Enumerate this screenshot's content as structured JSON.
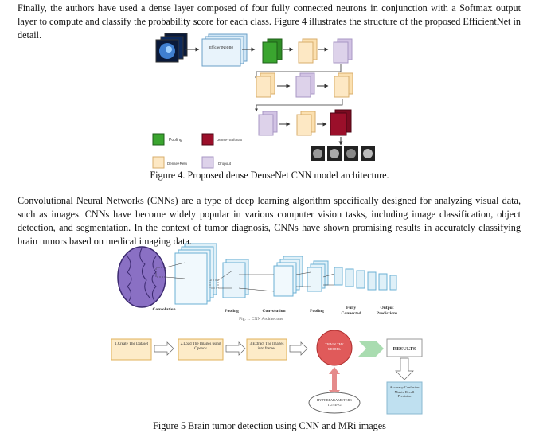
{
  "paragraphs": {
    "p1": "Finally, the authors have used a dense layer composed of four fully connected neurons in conjunction with a Softmax output layer to compute and classify the probability score for each class. Figure 4 illustrates the structure of the proposed EfficientNet in detail.",
    "p2": "Convolutional Neural Networks (CNNs) are a type of deep learning algorithm specifically designed for analyzing visual data, such as images. CNNs have become widely popular in various computer vision tasks, including image classification, object detection, and segmentation. In the context of tumor diagnosis, CNNs have shown promising results in accurately classifying brain tumors based on medical imaging data."
  },
  "figure4": {
    "caption": "Figure 4. Proposed dense DenseNet CNN model architecture.",
    "backbone_label": "EfficientNet-B0",
    "legend": {
      "pooling": "Pooling",
      "dense_softmax": "Dense+Softmax",
      "dense_relu": "Dense+Relu",
      "dropout": "Dropout"
    },
    "colors": {
      "pooling": "#3aa52f",
      "dense_softmax": "#9b0f2a",
      "dense_relu": "#fde8c4",
      "dropout": "#ddd2ea"
    }
  },
  "figure5": {
    "caption": "Figure 5 Brain tumor detection using CNN and MRi images",
    "cnn_labels": {
      "convolution1": "Convolution",
      "pooling1": "Pooling",
      "convolution2": "Convolution",
      "pooling2": "Pooling",
      "fully_connected": "Fully Connected",
      "output": "Output Predictions"
    },
    "cnn_caption": "Fig. 1. CNN Architecture",
    "flow": {
      "step1": "1.Create The Dataset",
      "step2": "2.Load The Images using Opencv",
      "step3": "3.Extract The Images into frames",
      "step4": "TRAIN THE MODEL",
      "step5": "RESULTS",
      "tuning": "HYPERPARAMETERS TUNING",
      "metrics": "Accuracy Confusion Matrix Recall Precision"
    },
    "colors": {
      "layer_fill": "#dff0f8",
      "layer_stroke": "#6bb0d4",
      "step_fill": "#fdebc8",
      "step_stroke": "#e0b25a",
      "train_fill": "#e05a5a",
      "arrow_green": "#a9dcb0",
      "tuning_arrow": "#e58b8b",
      "metrics_fill": "#bfe0f0"
    }
  }
}
